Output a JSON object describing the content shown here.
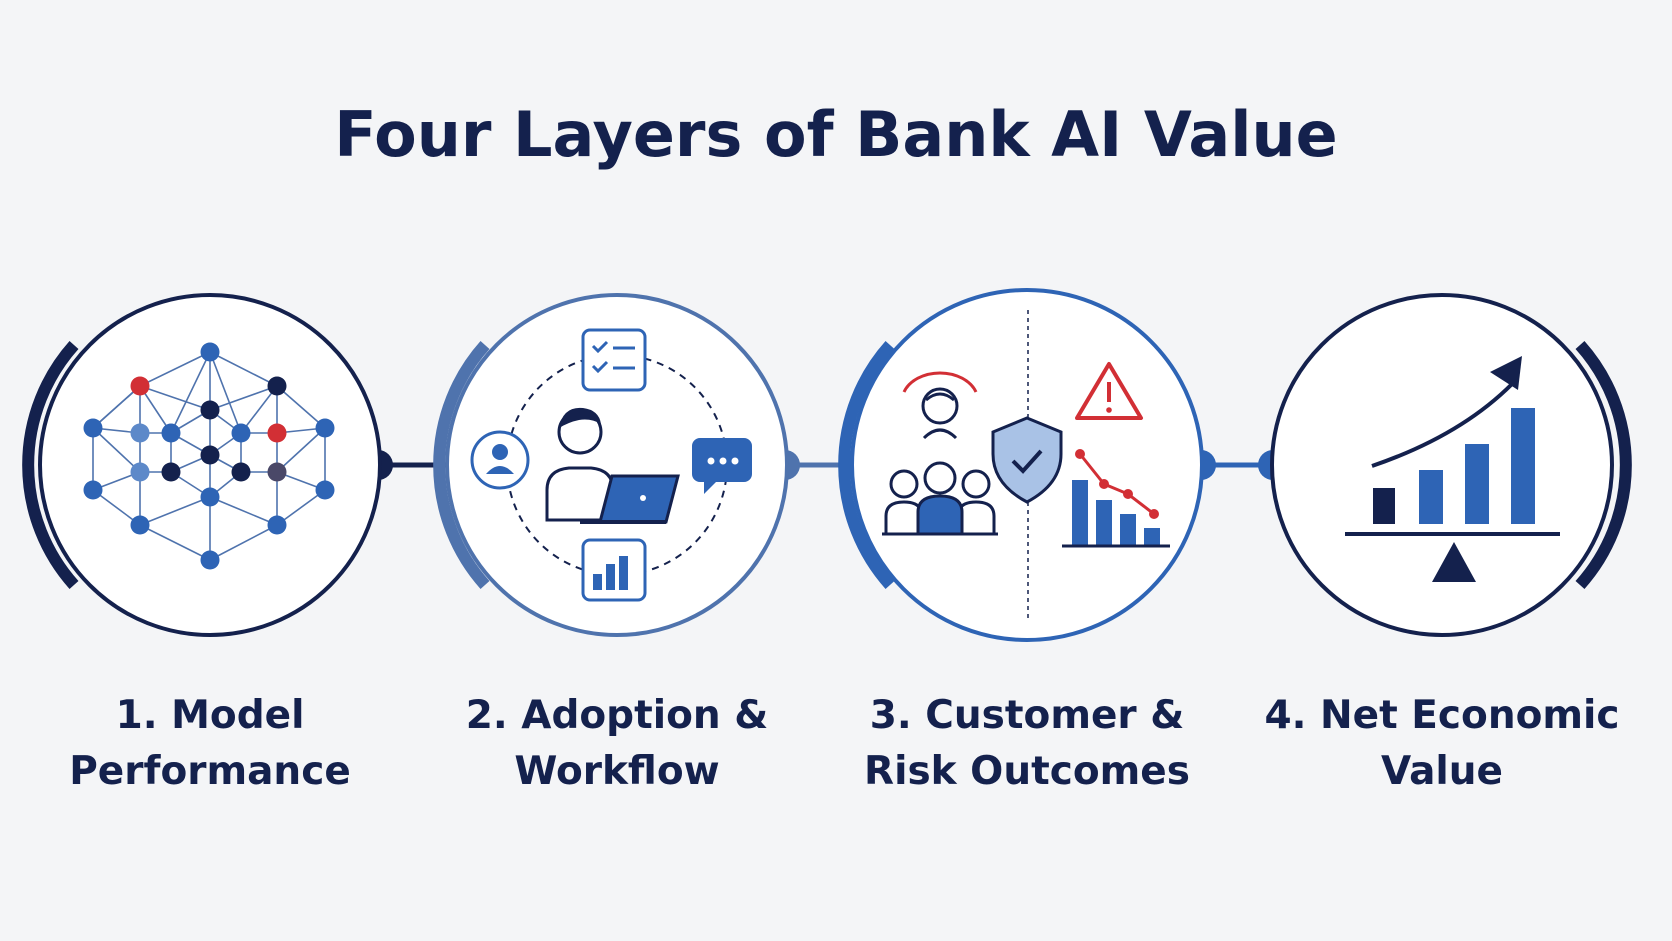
{
  "title": "Four Layers of Bank AI Value",
  "colors": {
    "navy": "#14214d",
    "blue": "#2e64b5",
    "mid_blue": "#4f73ad",
    "light_blue": "#5d89c9",
    "red": "#d22f35",
    "background": "#f4f5f7",
    "white": "#ffffff"
  },
  "layers": [
    {
      "line1": "1. Model",
      "line2": "Performance",
      "icon": "neural-network-icon"
    },
    {
      "line1": "2. Adoption &",
      "line2": "Workflow",
      "icon": "user-laptop-workflow-icon"
    },
    {
      "line1": "3. Customer &",
      "line2": "Risk Outcomes",
      "icon": "customers-shield-risk-icon"
    },
    {
      "line1": "4. Net Economic",
      "line2": "Value",
      "icon": "growth-chart-balance-icon"
    }
  ]
}
